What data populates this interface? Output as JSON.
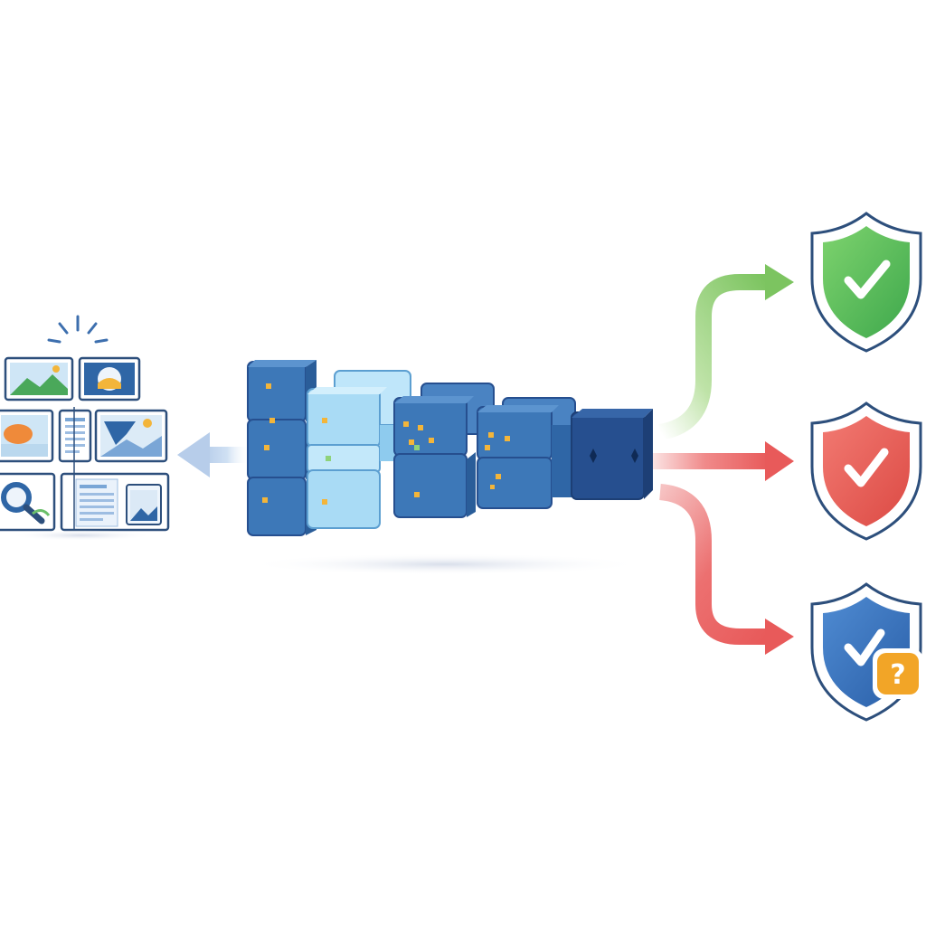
{
  "diagram": {
    "description_visible_text": [],
    "colors": {
      "background": "#ffffff",
      "block_dark": "#2f66a6",
      "block_mid": "#3d78b8",
      "block_light": "#a9dbf5",
      "block_end": "#264f8f",
      "accent_yellow": "#f3b53a",
      "arrow_left": "#bcd2ec",
      "arrow_green": "#7cc460",
      "arrow_red": "#e85a5a",
      "shield_green": "#4cb25a",
      "shield_red": "#e65550",
      "shield_blue": "#2f6cb8",
      "shield_outline": "#2d4f7c",
      "badge_orange": "#f2a527"
    },
    "icons": {
      "input_collage": [
        "landscape-image-icon",
        "globe-image-icon",
        "fruit-image-icon",
        "document-icon",
        "mountain-image-icon",
        "magnifier-icon",
        "document-page-icon",
        "photo-card-icon"
      ],
      "pipeline": "stacked-blocks-icon",
      "outputs": [
        {
          "name": "green-shield-check-icon",
          "arrow": "green"
        },
        {
          "name": "red-shield-check-icon",
          "arrow": "red"
        },
        {
          "name": "blue-shield-check-icon",
          "arrow": "red",
          "badge": "question-badge-icon",
          "badge_glyph": "?"
        }
      ]
    }
  }
}
